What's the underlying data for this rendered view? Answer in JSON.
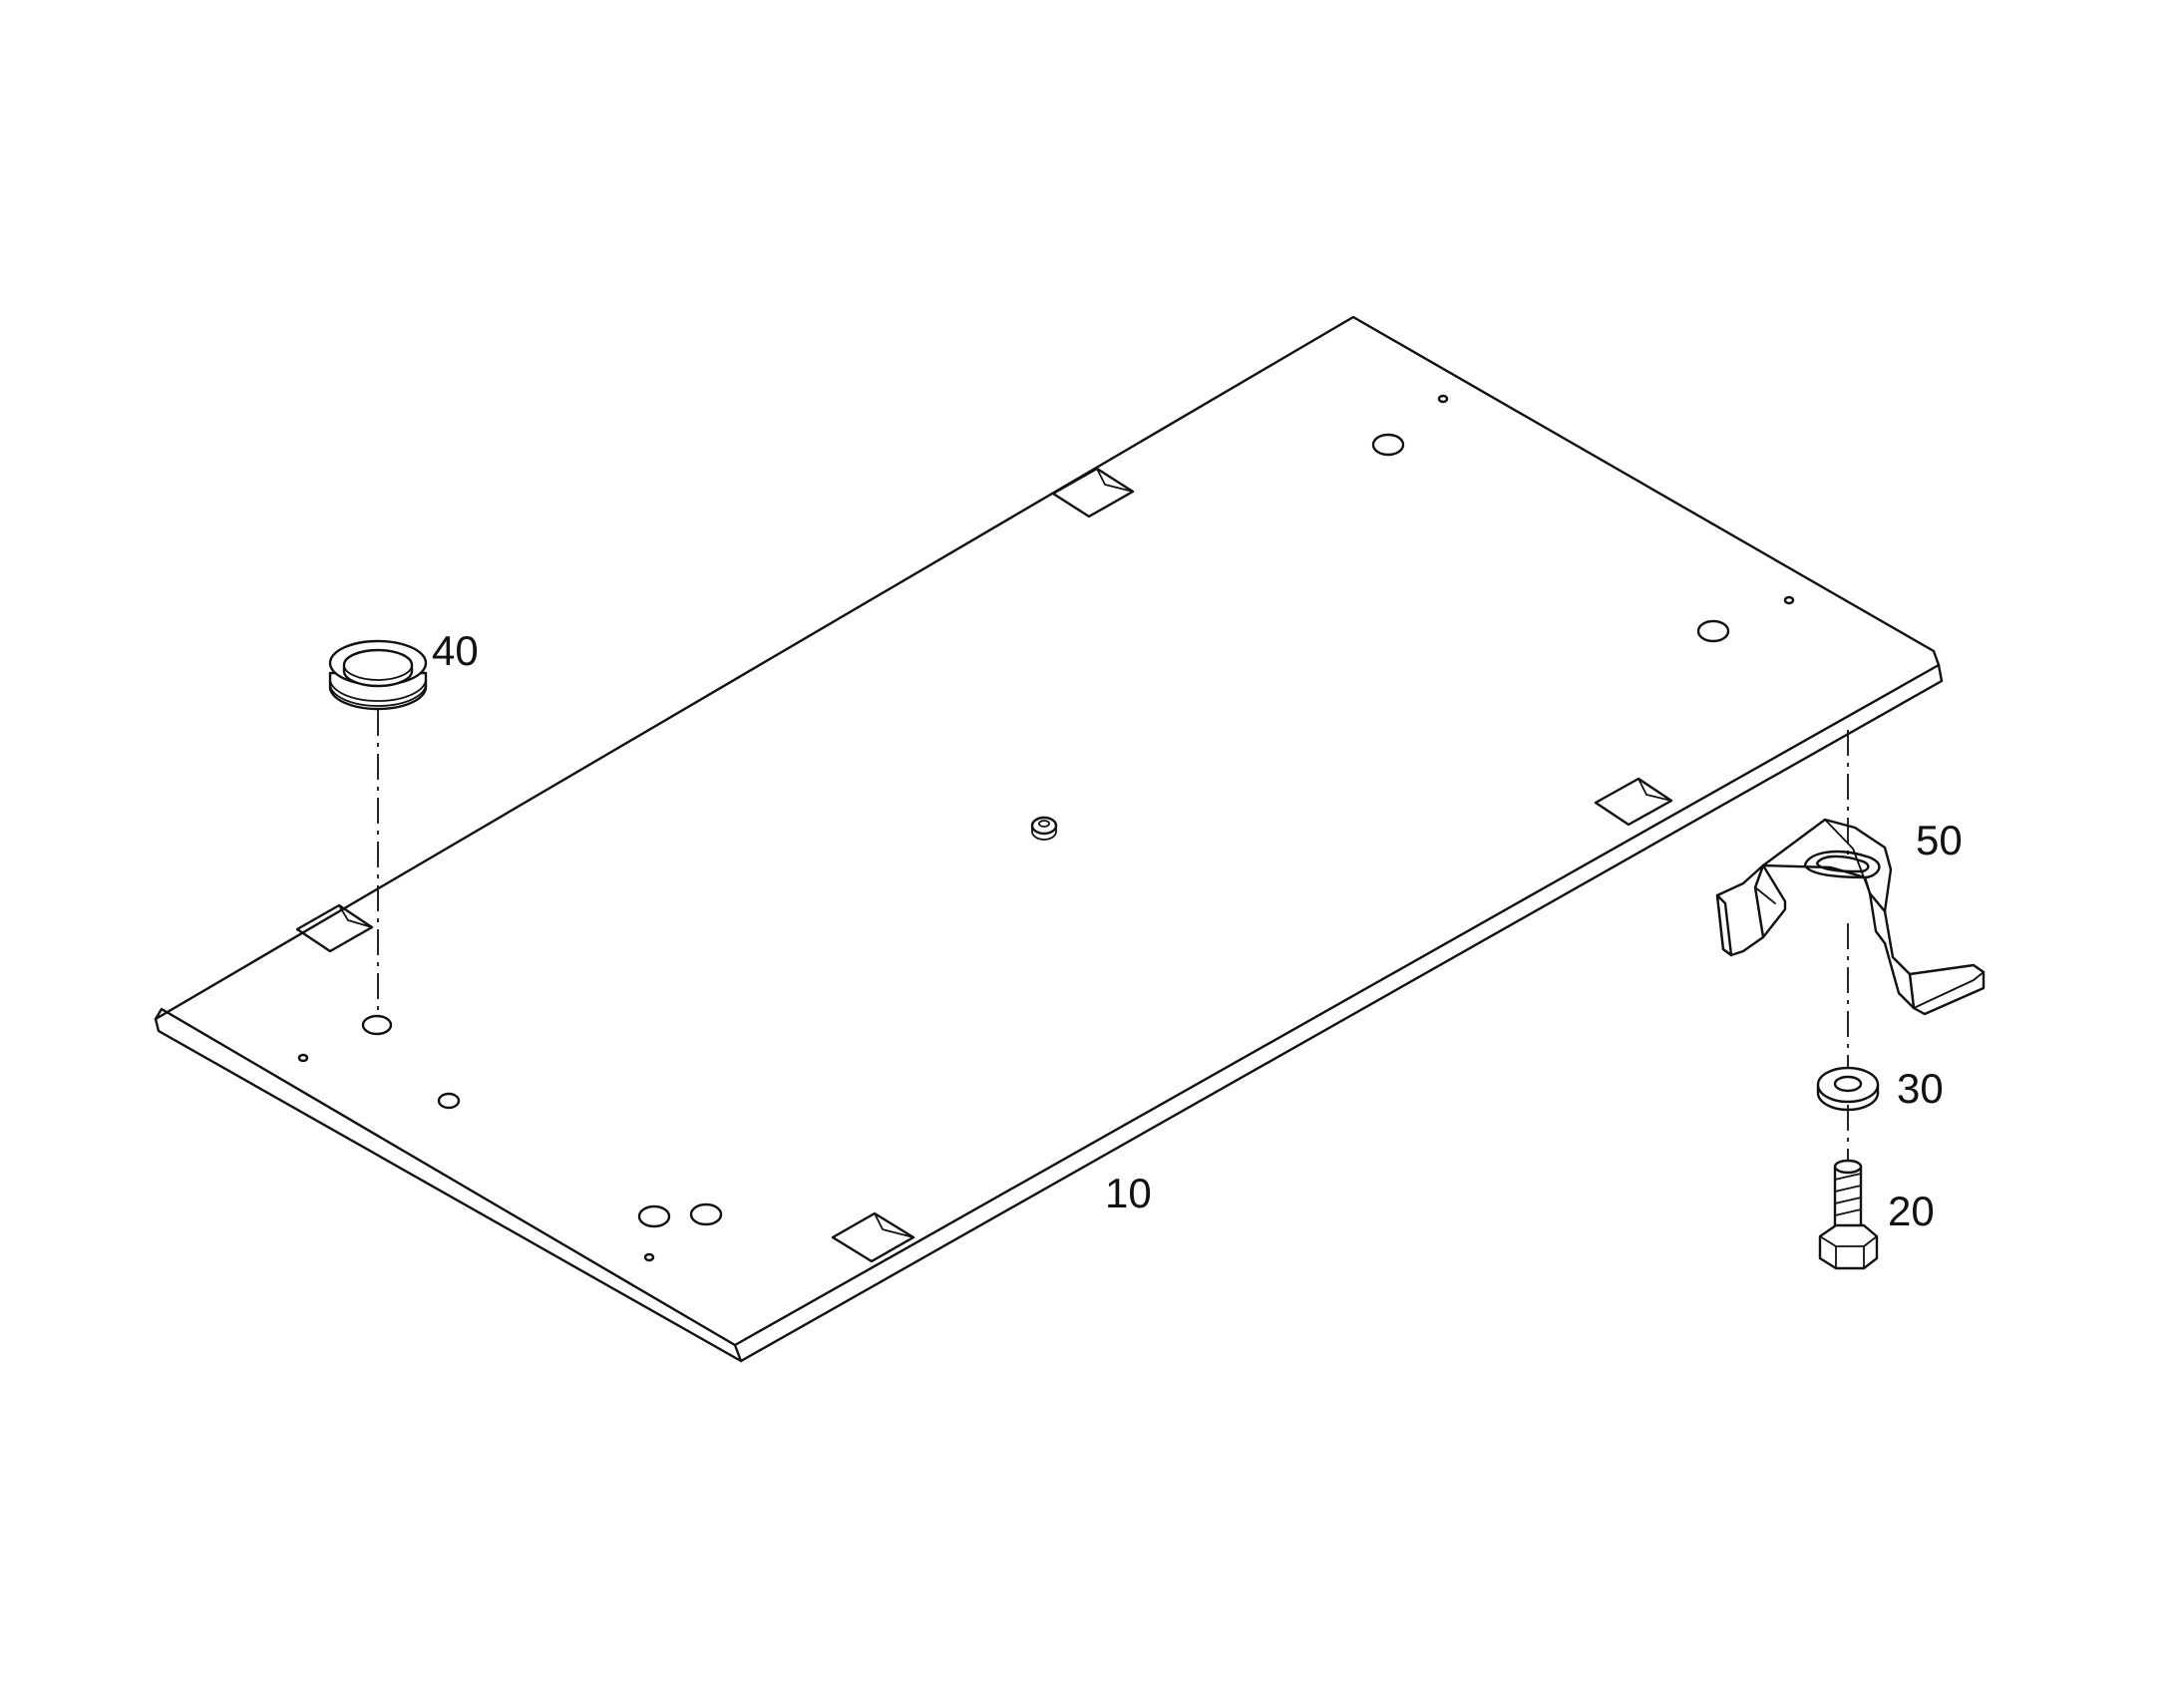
{
  "callouts": {
    "plate": "10",
    "bolt": "20",
    "washer": "30",
    "grommet": "40",
    "bracket": "50"
  }
}
